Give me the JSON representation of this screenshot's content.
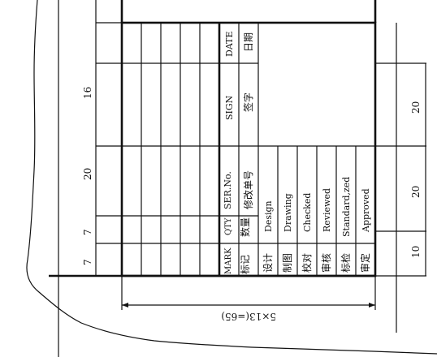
{
  "title_block": {
    "columns": [
      {
        "en": "MARK",
        "cn": "标记"
      },
      {
        "en": "QTY",
        "cn": "数量"
      },
      {
        "en": "SER.No.",
        "cn": "修改单号"
      },
      {
        "en": "SIGN",
        "cn": "签字"
      },
      {
        "en": "DATE",
        "cn": "日期"
      }
    ],
    "approval_rows": [
      {
        "cn": "设计",
        "en": "Design"
      },
      {
        "cn": "制图",
        "en": "Drawing"
      },
      {
        "cn": "校对",
        "en": "Checked"
      },
      {
        "cn": "审核",
        "en": "Reviewed"
      },
      {
        "cn": "标检",
        "en": "Standard,zed"
      },
      {
        "cn": "审定",
        "en": "Approved"
      }
    ]
  },
  "dimensions": {
    "left": [
      "7",
      "7",
      "20",
      "16"
    ],
    "right": [
      "10",
      "20",
      "20"
    ],
    "bottom": "5×13(=65)"
  }
}
